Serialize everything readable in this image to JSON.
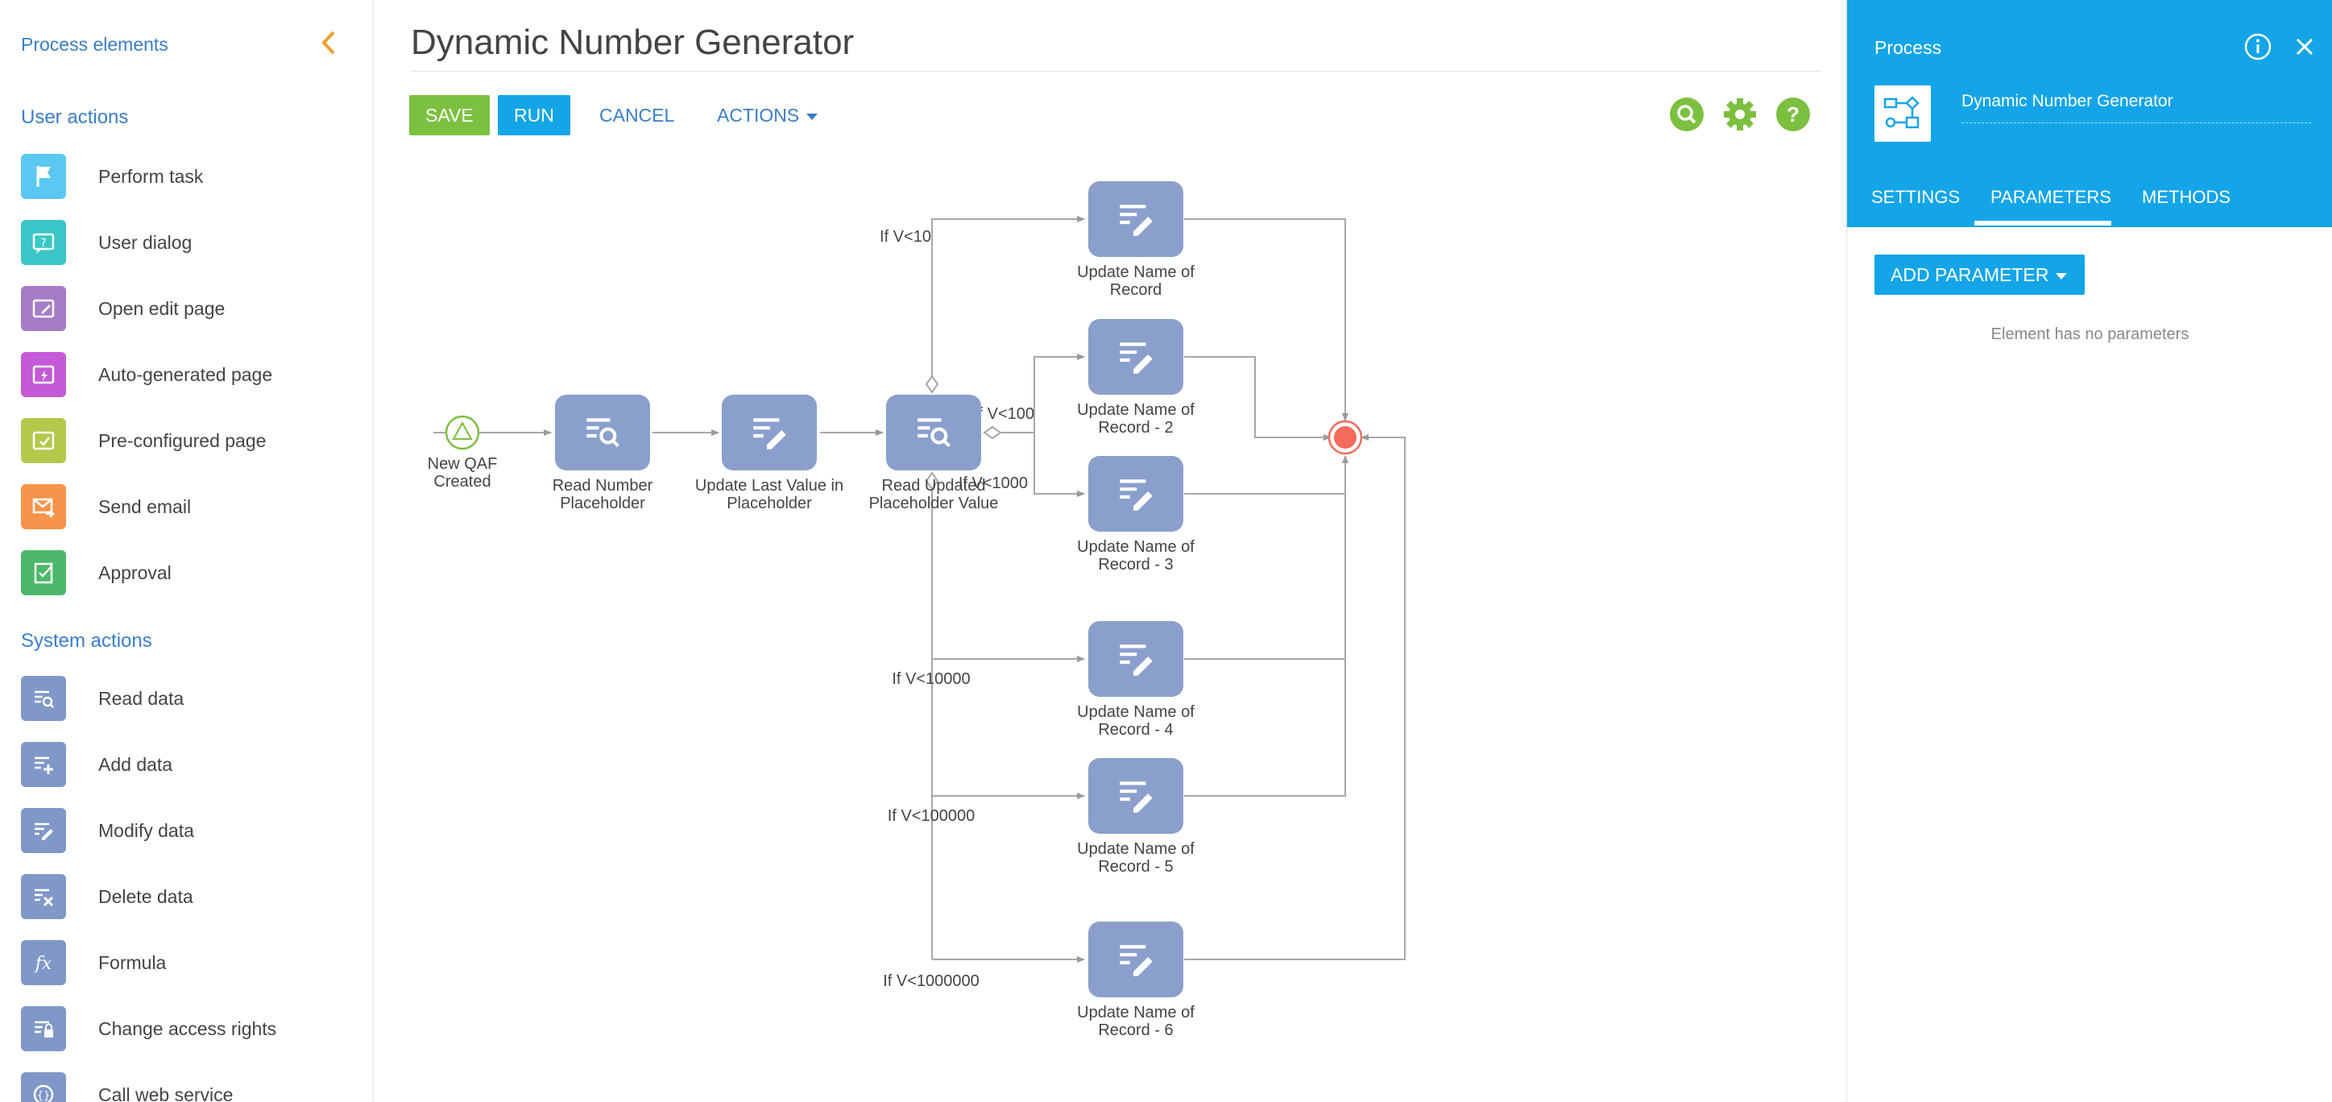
{
  "sidebar": {
    "title": "Process elements",
    "groups": [
      {
        "label": "User actions",
        "items": [
          {
            "label": "Perform task",
            "icon": "flag-icon",
            "color": "#5ac8f0"
          },
          {
            "label": "User dialog",
            "icon": "dialog-question-icon",
            "color": "#3ac6c6"
          },
          {
            "label": "Open edit page",
            "icon": "edit-page-icon",
            "color": "#a67cc8"
          },
          {
            "label": "Auto-generated page",
            "icon": "auto-page-icon",
            "color": "#c45ad6"
          },
          {
            "label": "Pre-configured page",
            "icon": "preconfigured-page-icon",
            "color": "#b4c84c"
          },
          {
            "label": "Send email",
            "icon": "send-email-icon",
            "color": "#f5944a"
          },
          {
            "label": "Approval",
            "icon": "approval-icon",
            "color": "#4bb86a"
          }
        ]
      },
      {
        "label": "System actions",
        "items": [
          {
            "label": "Read data",
            "icon": "read-data-icon",
            "color": "#8098c8"
          },
          {
            "label": "Add data",
            "icon": "add-data-icon",
            "color": "#8098c8"
          },
          {
            "label": "Modify data",
            "icon": "modify-data-icon",
            "color": "#8098c8"
          },
          {
            "label": "Delete data",
            "icon": "delete-data-icon",
            "color": "#8098c8"
          },
          {
            "label": "Formula",
            "icon": "formula-icon",
            "color": "#8098c8"
          },
          {
            "label": "Change access rights",
            "icon": "access-rights-icon",
            "color": "#8098c8"
          },
          {
            "label": "Call web service",
            "icon": "web-service-icon",
            "color": "#8098c8"
          }
        ]
      }
    ]
  },
  "header": {
    "title": "Dynamic Number Generator",
    "save_label": "SAVE",
    "run_label": "RUN",
    "cancel_label": "CANCEL",
    "actions_label": "ACTIONS",
    "search_icon": "search-icon",
    "settings_icon": "gear-icon",
    "help_icon": "help-icon",
    "accent_green": "#7cc040",
    "accent_blue": "#13a5e8"
  },
  "diagram": {
    "start": {
      "label_lines": [
        "New QAF",
        "Created"
      ]
    },
    "nodes": [
      {
        "id": "read-number",
        "kind": "read",
        "label_lines": [
          "Read Number",
          "Placeholder"
        ]
      },
      {
        "id": "update-last",
        "kind": "modify",
        "label_lines": [
          "Update Last Value in",
          "Placeholder"
        ]
      },
      {
        "id": "read-updated",
        "kind": "read",
        "label_lines": [
          "Read Updated",
          "Placeholder Value"
        ]
      },
      {
        "id": "update-1",
        "kind": "modify",
        "label_lines": [
          "Update Name of",
          "Record"
        ]
      },
      {
        "id": "update-2",
        "kind": "modify",
        "label_lines": [
          "Update Name of",
          "Record - 2"
        ]
      },
      {
        "id": "update-3",
        "kind": "modify",
        "label_lines": [
          "Update Name of",
          "Record - 3"
        ]
      },
      {
        "id": "update-4",
        "kind": "modify",
        "label_lines": [
          "Update Name of",
          "Record - 4"
        ]
      },
      {
        "id": "update-5",
        "kind": "modify",
        "label_lines": [
          "Update Name of",
          "Record - 5"
        ]
      },
      {
        "id": "update-6",
        "kind": "modify",
        "label_lines": [
          "Update Name of",
          "Record - 6"
        ]
      }
    ],
    "conditions": [
      "If V<10",
      "If V<100",
      "If V<1000",
      "If V<10000",
      "If V<100000",
      "If V<1000000"
    ],
    "node_color": "#8a9fcb",
    "end_color": "#f26b5b"
  },
  "panel": {
    "title": "Process",
    "process_name": "Dynamic Number Generator",
    "tabs": [
      "SETTINGS",
      "PARAMETERS",
      "METHODS"
    ],
    "active_tab": "PARAMETERS",
    "add_parameter_label": "ADD PARAMETER",
    "empty_text": "Element has no parameters",
    "info_icon": "info-icon",
    "close_icon": "close-icon"
  }
}
